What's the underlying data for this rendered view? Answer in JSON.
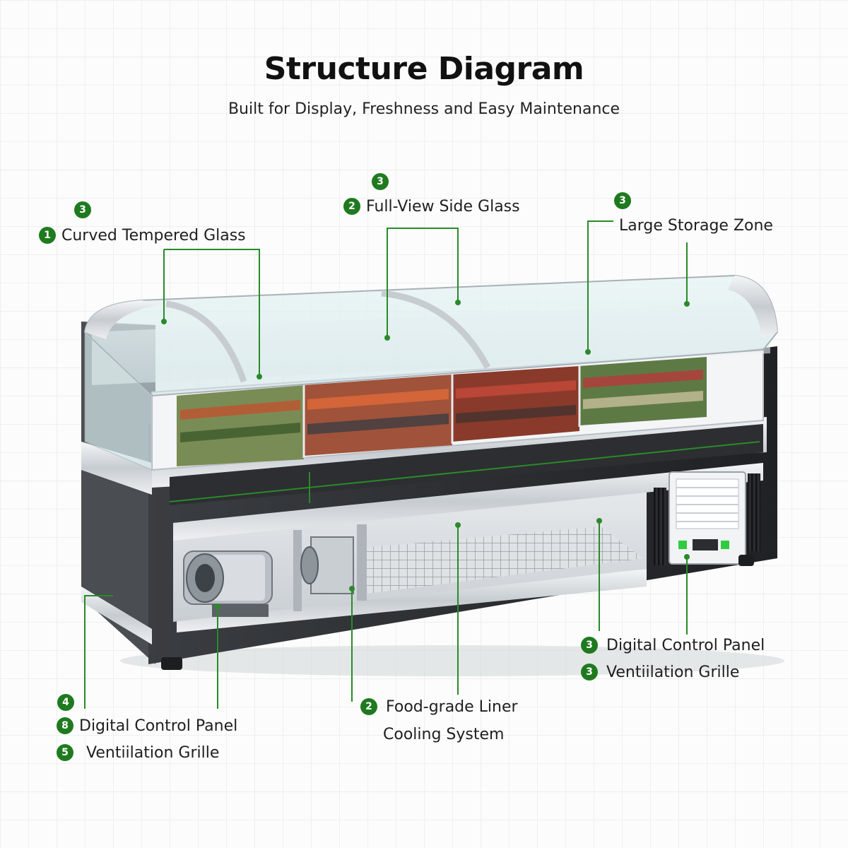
{
  "header": {
    "title": "Structure Diagram",
    "subtitle": "Built for Display, Freshness and Easy Maintenance"
  },
  "colors": {
    "accent": "#1f7a1f",
    "leader": "#2a8a2a",
    "cabinet_dark": "#2b2d30",
    "frame_silver": "#c9ced3",
    "glass": "#d7ecef"
  },
  "callouts": {
    "top_left": {
      "top_badge": "3",
      "badge": "1",
      "text": "Curved Tempered Glass"
    },
    "top_center": {
      "top_badge": "3",
      "badge": "2",
      "text": "Full-View Side Glass"
    },
    "top_right": {
      "top_badge": "3",
      "text": "Large Storage Zone"
    },
    "bottom_left": {
      "top_badge": "4",
      "line1_badge": "8",
      "line1_text": "Digital Control Panel",
      "line2_badge": "5",
      "line2_text": "Ventiilation Grille"
    },
    "bottom_center": {
      "badge": "2",
      "line1_text": "Food-grade Liner",
      "line2_text": "Cooling System"
    },
    "bottom_right": {
      "line1_badge": "3",
      "line1_text": "Digital Control Panel",
      "line2_badge": "3",
      "line2_text": "Ventiilation Grille"
    }
  }
}
